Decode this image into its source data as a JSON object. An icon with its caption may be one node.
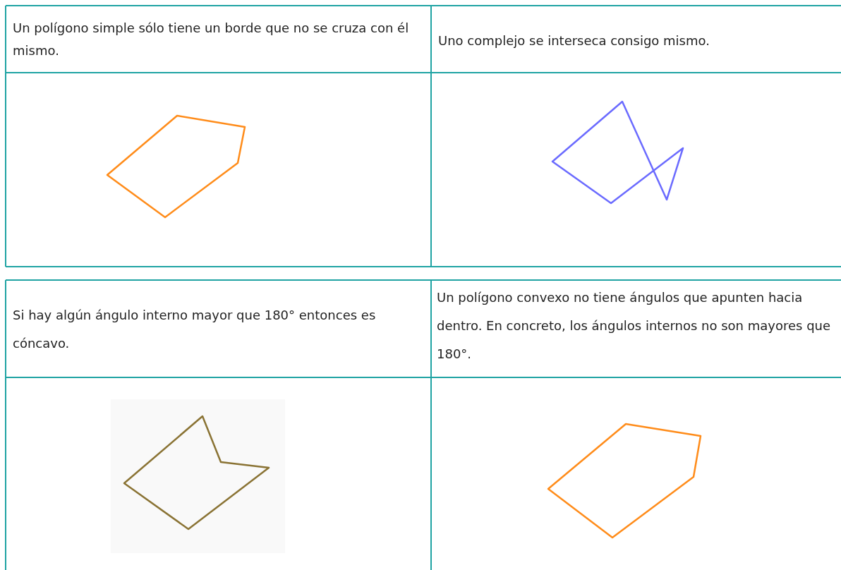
{
  "diagram": {
    "labels": [
      "Un polígono simple sólo tiene un borde que no se cruza con él mismo.",
      "Uno complejo se interseca consigo mismo.",
      "Si hay algún ángulo interno mayor que 180° entonces es cóncavo.",
      "Un polígono convexo no tiene ángulos que apunten hacia dentro. En concreto, los ángulos internos no son mayores que 180°."
    ]
  }
}
